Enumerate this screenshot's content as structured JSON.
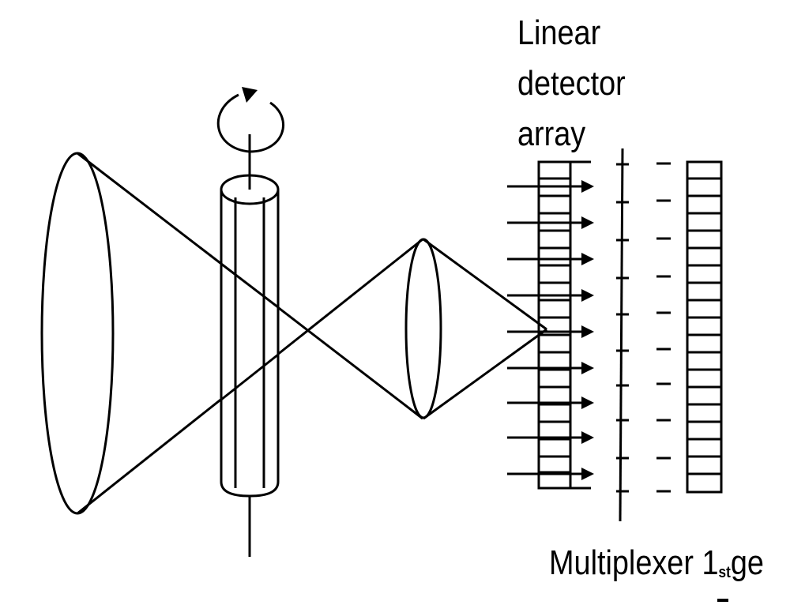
{
  "detector_label": {
    "line1": "Linear",
    "line2": "detector",
    "line3": "array"
  },
  "multiplexer_label": {
    "text": "Multiplexer 1",
    "ordinal_suffix": "st",
    "trailing": "ge"
  },
  "colors": {
    "stroke": "#000000",
    "background": "#ffffff"
  }
}
